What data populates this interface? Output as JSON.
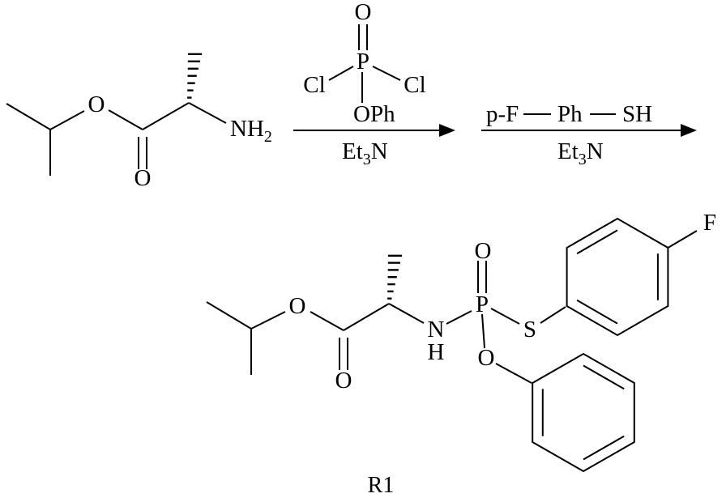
{
  "figure": {
    "background": "#ffffff",
    "ink": "#000000"
  },
  "reactant": {
    "ester_oxygen": "O",
    "carbonyl_oxygen": "O",
    "amine": "NH",
    "amine_subscript": "2"
  },
  "step1": {
    "reagent": {
      "oxygen": "O",
      "phosphorus": "P",
      "chlorine_left": "Cl",
      "chlorine_right": "Cl",
      "phenoxy": "OPh"
    },
    "base": {
      "prefix": "Et",
      "subscript": "3",
      "suffix": "N"
    }
  },
  "step2": {
    "thiol": {
      "para_fluoro": "p-F",
      "phenyl": "Ph",
      "thiol_group": "SH"
    },
    "base": {
      "prefix": "Et",
      "subscript": "3",
      "suffix": "N"
    }
  },
  "product": {
    "ester_oxygen": "O",
    "carbonyl_oxygen": "O",
    "nitrogen": "N",
    "nh_hydrogen": "H",
    "phosphorus": "P",
    "phosphoryl_oxygen": "O",
    "phenoxy_oxygen": "O",
    "sulfur": "S",
    "fluorine": "F",
    "label": "R1"
  }
}
